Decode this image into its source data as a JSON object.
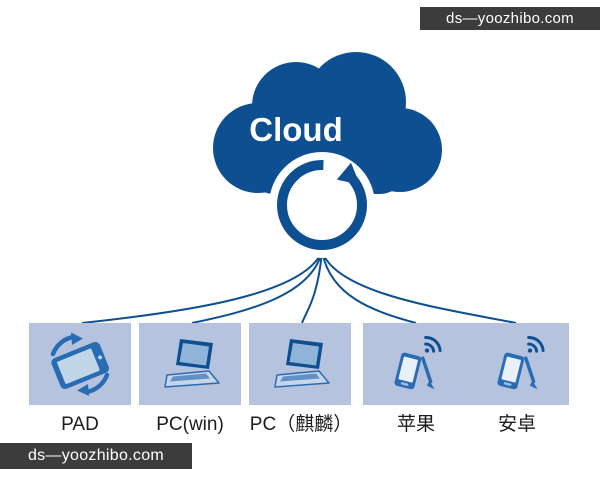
{
  "watermark": {
    "text": "ds—yoozhibo.com"
  },
  "cloud": {
    "label": "Cloud"
  },
  "devices": [
    {
      "label": "PAD"
    },
    {
      "label": "PC(win)"
    },
    {
      "label": "PC（麒麟）"
    },
    {
      "label": "苹果"
    },
    {
      "label": "安卓"
    }
  ],
  "icons": {
    "cloud": "cloud-icon",
    "sync": "sync-refresh-arrow-icon",
    "pad": "tablet-rotate-icon",
    "pc": "laptop-icon",
    "phone": "smartphone-wifi-icon"
  },
  "colors": {
    "cloud_blue": "#0d4f91",
    "box_blue": "#b6c3de",
    "icon_blue": "#2a6cb4",
    "label_color": "#1c1c1c",
    "watermark_bg": "#3c3c3c"
  }
}
